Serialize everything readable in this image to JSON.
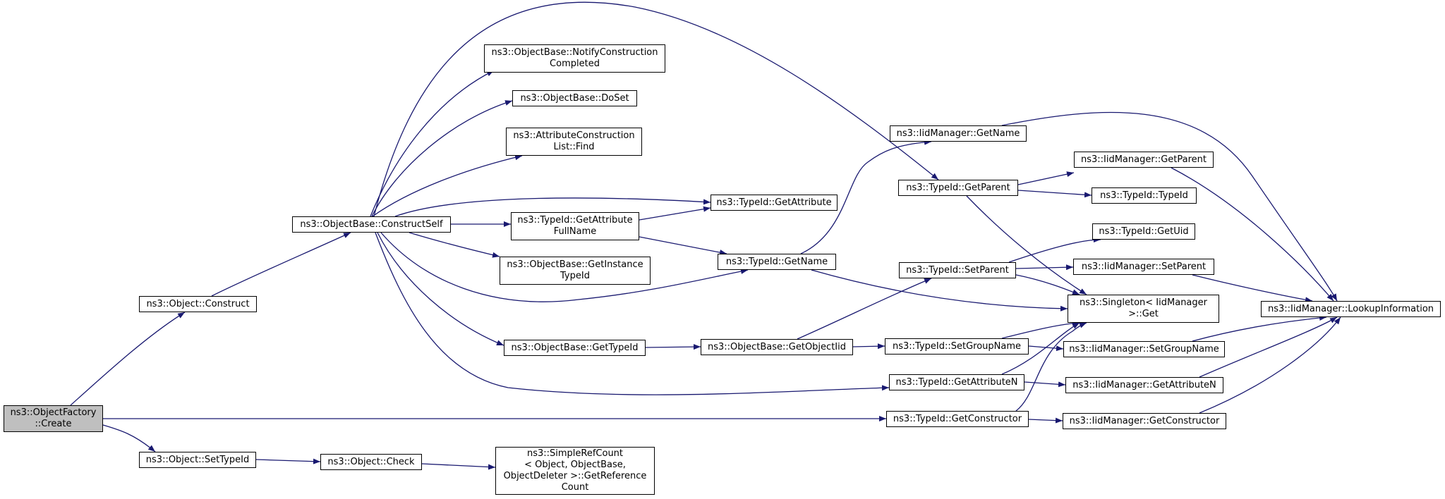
{
  "colors": {
    "edge": "#191970",
    "root_fill": "#bfbfbf",
    "node_fill": "#ffffff",
    "border": "#000000"
  },
  "nodes": {
    "factory_create": "ns3::ObjectFactory\n::Create",
    "object_construct": "ns3::Object::Construct",
    "object_set_type_id": "ns3::Object::SetTypeId",
    "construct_self": "ns3::ObjectBase::ConstructSelf",
    "object_check": "ns3::Object::Check",
    "get_reference_count": "ns3::SimpleRefCount\n< Object, ObjectBase,\nObjectDeleter >::GetReference\nCount",
    "notify_construction": "ns3::ObjectBase::NotifyConstruction\nCompleted",
    "do_set": "ns3::ObjectBase::DoSet",
    "attr_list_find": "ns3::AttributeConstruction\nList::Find",
    "get_attribute_full_name": "ns3::TypeId::GetAttribute\nFullName",
    "get_instance_type_id": "ns3::ObjectBase::GetInstance\nTypeId",
    "objectbase_get_type_id": "ns3::ObjectBase::GetTypeId",
    "typeid_get_attribute": "ns3::TypeId::GetAttribute",
    "typeid_get_name": "ns3::TypeId::GetName",
    "get_object_iid": "ns3::ObjectBase::GetObjectIid",
    "iid_get_name": "ns3::IidManager::GetName",
    "typeid_get_parent": "ns3::TypeId::GetParent",
    "typeid_set_parent": "ns3::TypeId::SetParent",
    "typeid_set_group_name": "ns3::TypeId::SetGroupName",
    "typeid_get_attribute_n": "ns3::TypeId::GetAttributeN",
    "typeid_get_constructor": "ns3::TypeId::GetConstructor",
    "iid_get_parent": "ns3::IidManager::GetParent",
    "typeid_typeid": "ns3::TypeId::TypeId",
    "typeid_get_uid": "ns3::TypeId::GetUid",
    "iid_set_parent": "ns3::IidManager::SetParent",
    "singleton_get": "ns3::Singleton< IidManager\n>::Get",
    "iid_set_group_name": "ns3::IidManager::SetGroupName",
    "iid_get_attribute_n": "ns3::IidManager::GetAttributeN",
    "iid_get_constructor": "ns3::IidManager::GetConstructor",
    "iid_lookup_information": "ns3::IidManager::LookupInformation"
  }
}
